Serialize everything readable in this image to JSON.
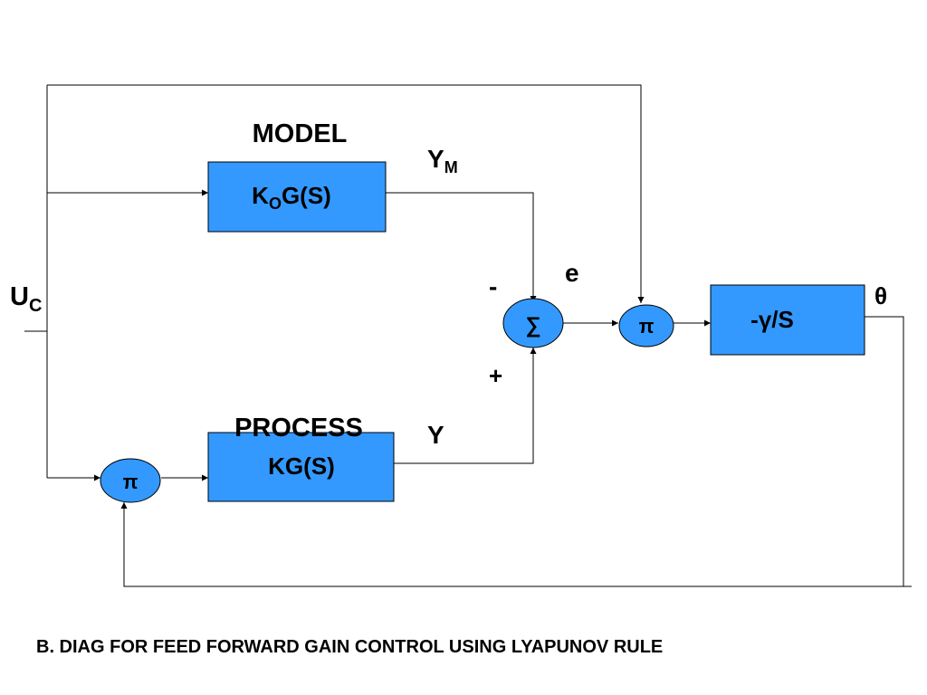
{
  "colors": {
    "block_fill": "#3399ff",
    "line": "#000000",
    "background": "#ffffff"
  },
  "labels": {
    "model_heading": "MODEL",
    "process_heading": "PROCESS",
    "model_block_main": "K",
    "model_block_sub": "O",
    "model_block_tail": "G(S)",
    "process_block": "KG(S)",
    "gain_block": "-γ/S",
    "sum_symbol": "∑",
    "mult_symbol_top": "π",
    "mult_symbol_bottom": "π",
    "uc_main": "U",
    "uc_sub": "C",
    "ym_main": "Y",
    "ym_sub": "M",
    "y": "Y",
    "e": "e",
    "theta": "θ",
    "minus_sign": "-",
    "plus_sign": "+",
    "caption": "B. DIAG FOR FEED FORWARD GAIN CONTROL USING LYAPUNOV RULE"
  }
}
